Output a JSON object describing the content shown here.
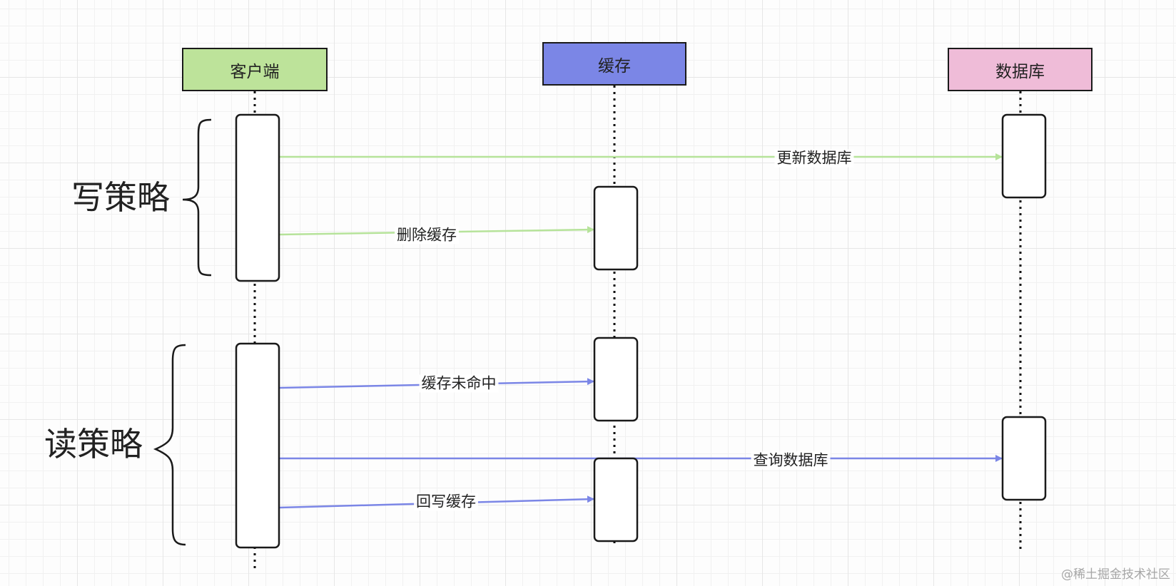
{
  "participants": {
    "client": {
      "label": "客户端",
      "color": "#bde39a"
    },
    "cache": {
      "label": "缓存",
      "color": "#7b86e6"
    },
    "database": {
      "label": "数据库",
      "color": "#efbcd8"
    }
  },
  "groups": {
    "write": {
      "label": "写策略"
    },
    "read": {
      "label": "读策略"
    }
  },
  "messages": {
    "update_db": {
      "label": "更新数据库",
      "color": "#b6e39a"
    },
    "delete_cache": {
      "label": "删除缓存",
      "color": "#b6e39a"
    },
    "cache_miss": {
      "label": "缓存未命中",
      "color": "#7b86e6"
    },
    "query_db": {
      "label": "查询数据库",
      "color": "#7b86e6"
    },
    "write_back": {
      "label": "回写缓存",
      "color": "#7b86e6"
    }
  },
  "watermark": "@稀土掘金技术社区"
}
